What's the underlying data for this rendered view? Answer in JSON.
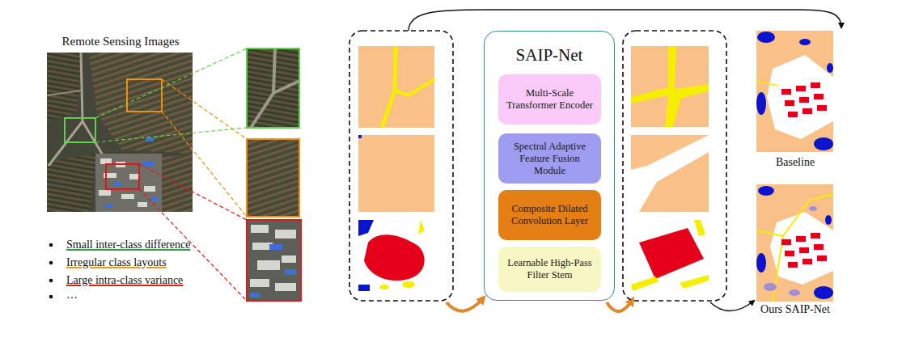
{
  "diagram": {
    "nodes": [
      {
        "text": [
          "Remote Sensing Images"
        ]
      },
      {
        "text": [
          "SAIP-Net"
        ]
      },
      {
        "text": [
          "Multi-Scale Transformer Encoder"
        ],
        "in": 1
      },
      {
        "text": [
          "Spectral Adaptive Feature Fusion Module"
        ],
        "in": 1
      },
      {
        "text": [
          "Composite Dilated Convolution Layer"
        ],
        "in": 1
      },
      {
        "text": [
          "Learnable High-Pass Filter Stem"
        ],
        "in": 1
      },
      {
        "text": [
          "Baseline"
        ]
      },
      {
        "text": [
          "Ours SAIP-Net"
        ]
      }
    ],
    "labels": [
      "Small inter-class difference",
      "Irregular class layouts",
      "Large intra-class variance",
      "…"
    ]
  }
}
